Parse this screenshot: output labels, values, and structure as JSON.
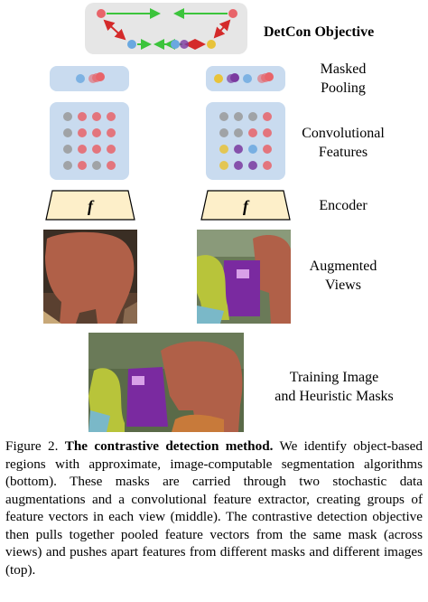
{
  "labels": {
    "objective": "DetCon Objective",
    "masked_pooling": "Masked\nPooling",
    "conv_features": "Convolutional\nFeatures",
    "encoder": "Encoder",
    "augmented_views": "Augmented\nViews",
    "training_image": "Training Image\nand Heuristic Masks"
  },
  "encoder_symbol": "f",
  "caption": {
    "prefix": "Figure 2. ",
    "title": "The contrastive detection method.",
    "body": " We identify object-based regions with approximate, image-computable segmentation algorithms (bottom). These masks are carried through two stochastic data augmentations and a convolutional feature extractor, creating groups of feature vectors in each view (middle). The contrastive detection objective then pulls together pooled feature vectors from the same mask (across views) and pushes apart features from different masks and different images (top)."
  },
  "colors": {
    "red": "#e8646a",
    "gray": "#9a9a9a",
    "blue": "#6aa8e0",
    "yellow": "#e8c33a",
    "purple": "#7a3aa0",
    "pull": "#3cc43c",
    "push": "#d42a2a",
    "panel_blue": "#c9dbef",
    "panel_gray": "#e6e6e6",
    "encoder_fill": "#fdefc9"
  }
}
